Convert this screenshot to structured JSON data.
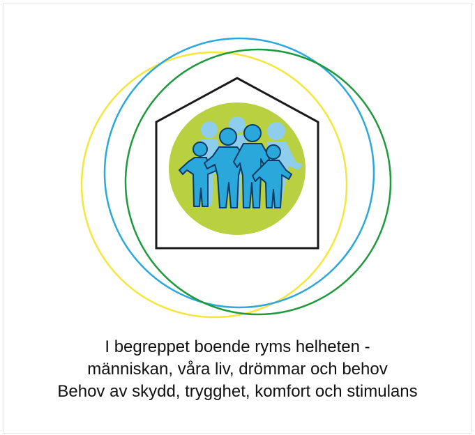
{
  "colors": {
    "ring_yellow": "#f5e63c",
    "ring_blue": "#2aa8dc",
    "ring_green": "#1e9a3c",
    "house_outline": "#1a1a1a",
    "center_circle": "#b9d040",
    "family_front": "#2aa8dc",
    "family_back": "#8fcdec"
  },
  "icons": {
    "rings": "overlapping-rings-icon",
    "house": "house-outline-icon",
    "family": "family-group-icon"
  },
  "caption": {
    "line1": "I begreppet boende ryms helheten -",
    "line2": "människan, våra liv, drömmar och behov",
    "line3": "Behov av skydd, trygghet, komfort och stimulans"
  }
}
